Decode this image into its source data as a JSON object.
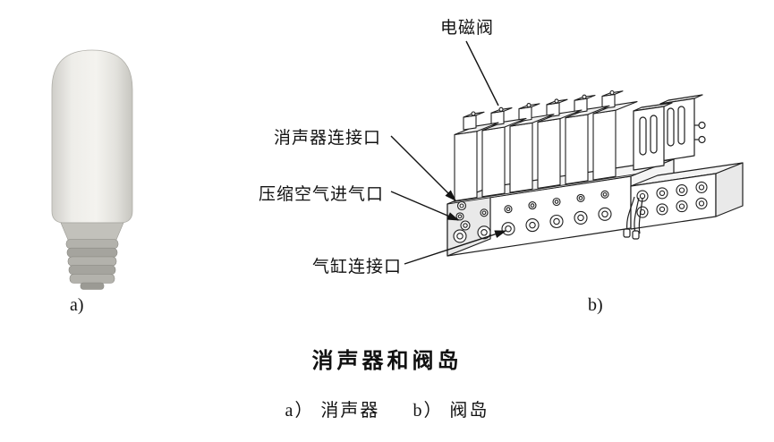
{
  "figure": {
    "callouts": {
      "solenoid_valve": "电磁阀",
      "muffler_port": "消声器连接口",
      "air_inlet": "压缩空气进气口",
      "cylinder_port": "气缸连接口"
    },
    "panels": {
      "a_label": "a)",
      "b_label": "b)"
    },
    "caption": "消声器和阀岛",
    "legend": {
      "a": "a） 消声器",
      "b": "b） 阀岛"
    }
  }
}
